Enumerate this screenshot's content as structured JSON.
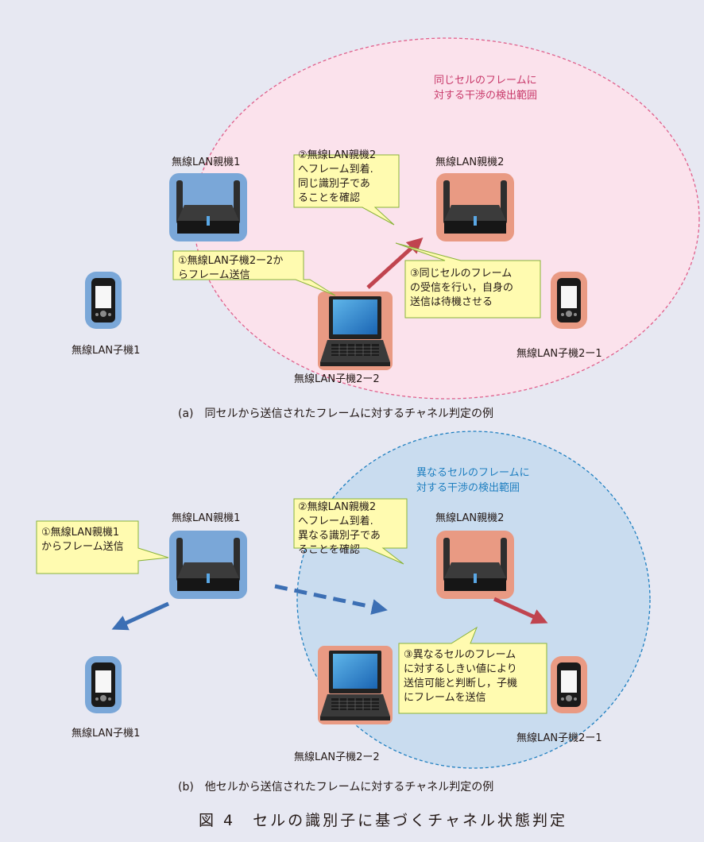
{
  "panel_a": {
    "range_label": "同じセルのフレームに\n対する干渉の検出範囲",
    "ap1": "無線LAN親機1",
    "ap2": "無線LAN親機2",
    "sta1": "無線LAN子機1",
    "sta21": "無線LAN子機2ー1",
    "sta22": "無線LAN子機2ー2",
    "call1": "①無線LAN子機2ー2か\nらフレーム送信",
    "call2": "②無線LAN親機2\nへフレーム到着.\n同じ識別子であ\nることを確認",
    "call3": "③同じセルのフレーム\nの受信を行い，自身の\n送信は待機させる",
    "caption": "(a)　同セルから送信されたフレームに対するチャネル判定の例"
  },
  "panel_b": {
    "range_label": "異なるセルのフレームに\n対する干渉の検出範囲",
    "ap1": "無線LAN親機1",
    "ap2": "無線LAN親機2",
    "sta1": "無線LAN子機1",
    "sta21": "無線LAN子機2ー1",
    "sta22": "無線LAN子機2ー2",
    "call1": "①無線LAN親機1\nからフレーム送信",
    "call2": "②無線LAN親機2\nへフレーム到着.\n異なる識別子であ\nることを確認",
    "call3": "③異なるセルのフレーム\nに対するしきい値により\n送信可能と判断し，子機\nにフレームを送信",
    "caption": "(b)　他セルから送信されたフレームに対するチャネル判定の例"
  },
  "figure_title": "図 4　セルの識別子に基づくチャネル状態判定",
  "colors": {
    "background": "#e7e8f2",
    "range_a_fill": "#fbe2ec",
    "range_a_stroke": "#e0608c",
    "range_b_fill": "#c9dcef",
    "range_b_stroke": "#1f7fc0",
    "blue_halo": "#7aa7d8",
    "red_halo": "#e99a83",
    "arrow_red": "#c0444f",
    "arrow_blue": "#3c6fb4",
    "callout": "#fffbb0"
  }
}
